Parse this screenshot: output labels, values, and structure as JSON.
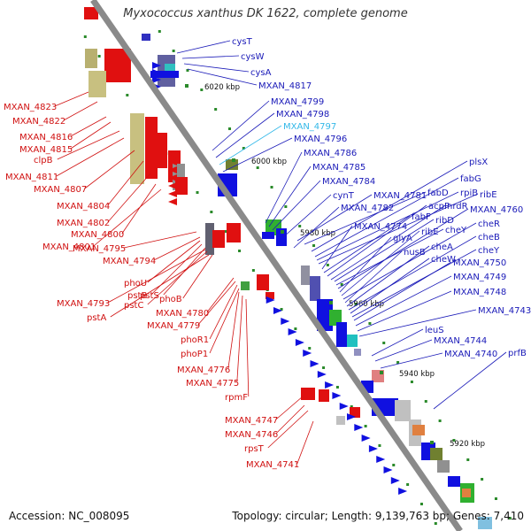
{
  "title": "Myxococcus xanthus DK 1622, complete genome",
  "footer": {
    "accession": "Accession: NC_008095",
    "topology": "Topology: circular; Length: 9,139,763 bp; Genes: 7,410"
  },
  "scale_labels": [
    "6020 kbp",
    "6000 kbp",
    "5980 kbp",
    "5960 kbp",
    "5940 kbp",
    "5920 kbp"
  ],
  "colors": {
    "backbone": "#8a8a8a",
    "left_labels": "#d01010",
    "right_labels": "#1a1ab8",
    "highlight_label": "#33b8e8",
    "ticks": "#2a8a2a"
  },
  "left_labels": [
    "MXAN_4823",
    "MXAN_4822",
    "MXAN_4816",
    "MXAN_4815",
    "clpB",
    "MXAN_4811",
    "MXAN_4807",
    "MXAN_4804",
    "MXAN_4802",
    "MXAN_4800",
    "MXAN_4801",
    "MXAN_4795",
    "MXAN_4794",
    "phoU",
    "pstB",
    "pstS",
    "MXAN_4793",
    "pstC",
    "phoB",
    "pstA",
    "MXAN_4780",
    "MXAN_4779",
    "phoR1",
    "phoP1",
    "MXAN_4776",
    "MXAN_4775",
    "rpmF",
    "MXAN_4747",
    "MXAN_4746",
    "rpsT",
    "MXAN_4741"
  ],
  "right_labels": [
    "cysT",
    "cysW",
    "cysA",
    "MXAN_4817",
    "MXAN_4799",
    "MXAN_4798",
    "MXAN_4797",
    "MXAN_4796",
    "MXAN_4786",
    "MXAN_4785",
    "MXAN_4784",
    "cynT",
    "MXAN_4781",
    "fabD",
    "MXAN_4782",
    "plsX",
    "fabG",
    "rpiB",
    "ribE",
    "MXAN_4774",
    "fabF",
    "acpP",
    "nrdR",
    "ribD",
    "cheY",
    "MXAN_4760",
    "glyA",
    "ribE",
    "cheR",
    "nusB",
    "cheA",
    "cheB",
    "cheW",
    "cheY",
    "MXAN_4750",
    "MXAN_4749",
    "MXAN_4748",
    "MXAN_4743",
    "leuS",
    "MXAN_4744",
    "MXAN_4740",
    "prfB"
  ]
}
